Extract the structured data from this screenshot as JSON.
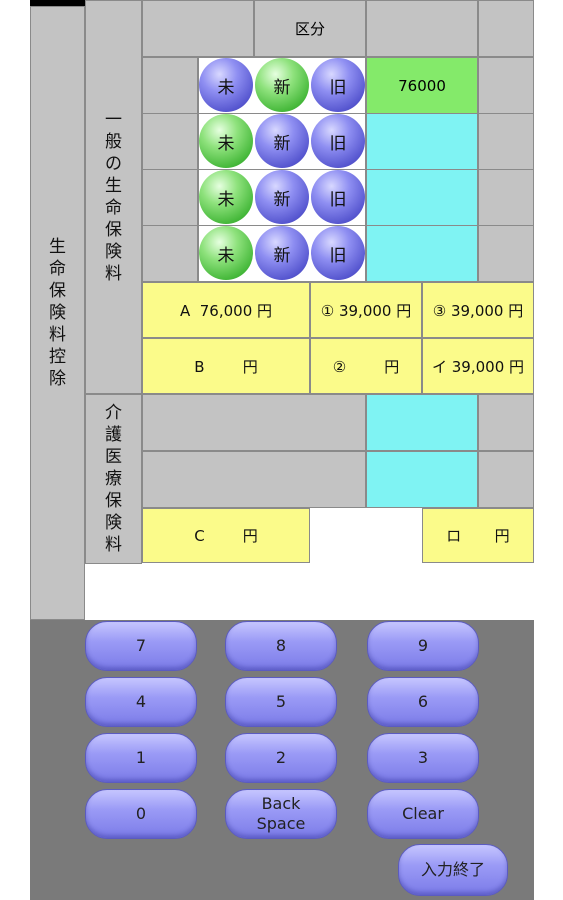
{
  "side_label": "生命保険料控除",
  "general": {
    "label": "一般の生命保険料",
    "header": "区分",
    "rows": [
      {
        "a": "未",
        "b": "新",
        "c": "旧",
        "value": "76000"
      },
      {
        "a": "未",
        "b": "新",
        "c": "旧",
        "value": ""
      },
      {
        "a": "未",
        "b": "新",
        "c": "旧",
        "value": ""
      },
      {
        "a": "未",
        "b": "新",
        "c": "旧",
        "value": ""
      }
    ],
    "summary": {
      "a": "A  76,000 円",
      "one": "① 39,000 円",
      "three": "③ 39,000 円",
      "b": "B        円",
      "two": "②        円",
      "i": "イ 39,000 円"
    }
  },
  "care": {
    "label": "介護医療保険料",
    "c": "C        円",
    "ro": "ロ       円"
  },
  "keypad": {
    "keys": [
      "7",
      "8",
      "9",
      "4",
      "5",
      "6",
      "1",
      "2",
      "3",
      "0",
      "Back\nSpace",
      "Clear"
    ],
    "finish": "入力終了"
  },
  "colors": {
    "cyan": "#7ff3f3",
    "yellow": "#fbfb8a",
    "green": "#84ea6a",
    "key": "#9b9bf6",
    "keypad_bg": "#7a7a7a"
  }
}
